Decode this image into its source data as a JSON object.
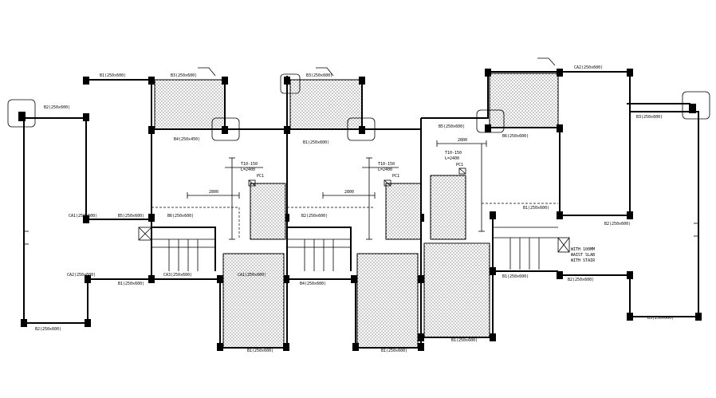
{
  "drawing": {
    "beam_labels": [
      "B1(250x600)",
      "B3(250x600)",
      "B2(250x600)",
      "B4(250x450)",
      "B5(250x600)",
      "B6(250x600)",
      "CA1(250x600)",
      "CA2(250x600)",
      "CA3(250x600)",
      "B1(250x600)",
      "B2(250x600)",
      "B3(250x600)",
      "B1(250x600)",
      "B2(250x600)",
      "B4(250x600)",
      "CA1(250x600)",
      "B5(250x600)",
      "B6(250x600)",
      "CA2(250x600)",
      "B1(250x600)",
      "B3(250x600)",
      "B2(250x600)",
      "B1(250x600)",
      "B2(250x600)"
    ],
    "slab_labels": [
      "T10-150",
      "L=2400",
      "T10-150",
      "L=2400",
      "T10-150",
      "L=2400"
    ],
    "slab_marks": [
      "PC1",
      "PC1",
      "PC1"
    ],
    "stair_notes": [
      "WITH 100MM",
      "WAIST SLAB",
      "WITH STAIR"
    ],
    "dim_labels": [
      "2800",
      "2800",
      "2800"
    ]
  }
}
